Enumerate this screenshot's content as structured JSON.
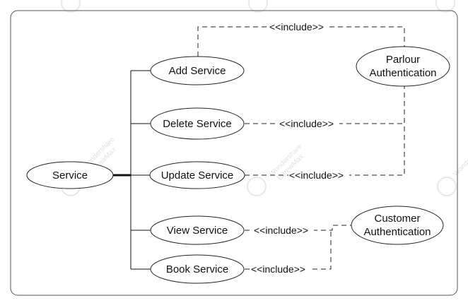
{
  "diagram": {
    "use_cases": {
      "service": "Service",
      "add_service": "Add Service",
      "delete_service": "Delete Service",
      "update_service": "Update Service",
      "view_service": "View Service",
      "book_service": "Book Service",
      "parlour_auth_line1": "Parlour",
      "parlour_auth_line2": "Authentication",
      "customer_auth_line1": "Customer",
      "customer_auth_line2": "Authentication"
    },
    "include_label": "<<include>>"
  },
  "watermark": {
    "line1": "Wondershare",
    "line2": "EdrawMax"
  },
  "colors": {
    "stroke": "#333333",
    "ellipse_fill": "#ffffff",
    "watermark": "#dddddd"
  }
}
